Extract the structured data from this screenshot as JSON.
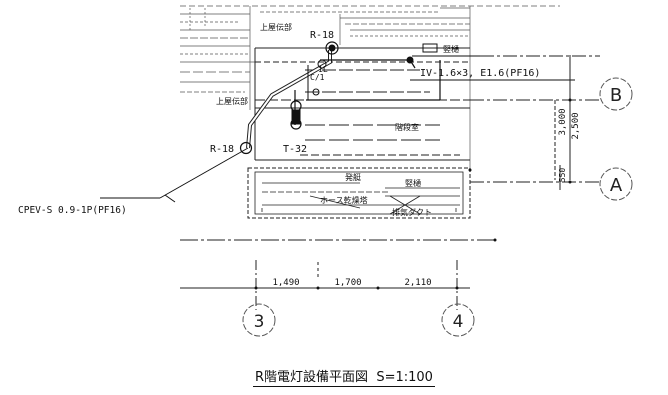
{
  "title": {
    "name": "R階電灯設備平面図",
    "scale": "S=1:100"
  },
  "grid_bubbles": {
    "b": "B",
    "a": "A",
    "col3": "3",
    "col4": "4"
  },
  "dimensions": {
    "d1": "1,490",
    "d2": "1,700",
    "d3": "2,110",
    "v3000": "3,000",
    "v2500": "2,500",
    "v550": "550"
  },
  "labels": {
    "r18_top": "R-18",
    "r18_left": "R-18",
    "t32": "T-32",
    "upper_roof_1": "上屋伝部",
    "upper_roof_2": "上屋伝部",
    "wall_top": "竪樋",
    "stair_room": "階段室",
    "wiring_top": "IV-1.6×3, E1.6(PF16)",
    "wiring_left": "CPEV-S 0.9-1P(PF16)",
    "equip_a": "C/1",
    "equip_b": "1L",
    "lower_roof": "発艇",
    "wall_lower": "竪樋",
    "hose_dryer": "ホース乾燥塔",
    "exhaust_duct": "排気ダクト"
  }
}
